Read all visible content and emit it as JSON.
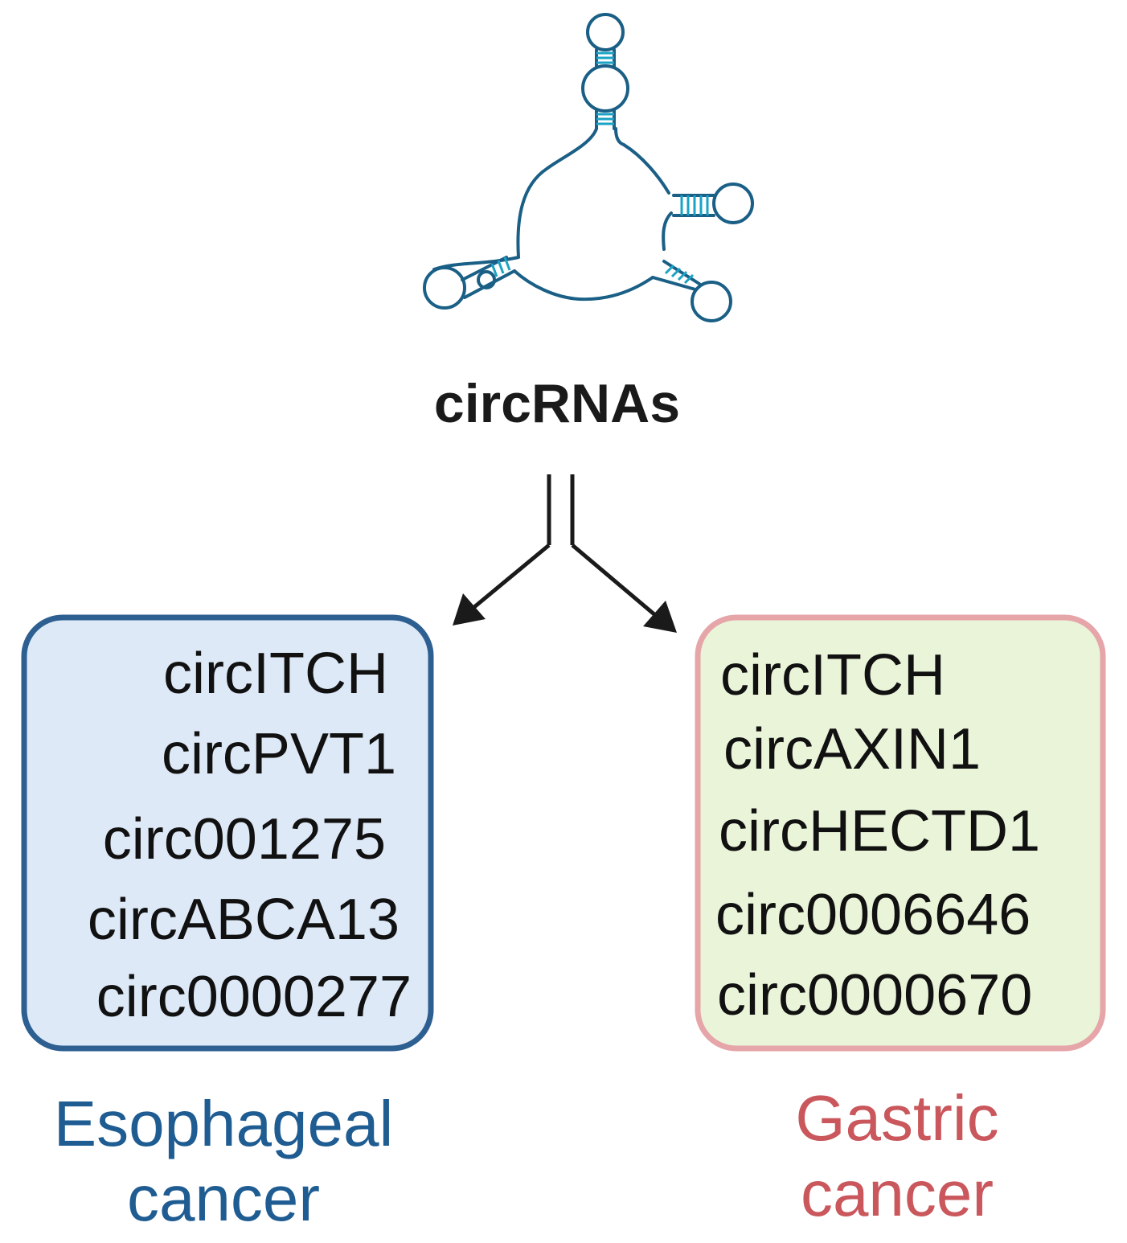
{
  "title": "circRNAs",
  "colors": {
    "rna_stroke": "#1a5f86",
    "rna_stem": "#1aa3c4",
    "arrow": "#1a1a1a",
    "esophageal_border": "#2d5f91",
    "esophageal_fill": "#dde9f7",
    "esophageal_text": "#1e5c92",
    "gastric_border": "#e6a5a8",
    "gastric_fill": "#eaf4d9",
    "gastric_text": "#c9575c"
  },
  "icons": {
    "molecule": "circular-rna-icon"
  },
  "esophageal": {
    "items": [
      "circITCH",
      "circPVT1",
      "circ001275",
      "circABCA13",
      "circ0000277"
    ],
    "caption_line1": "Esophageal",
    "caption_line2": "cancer"
  },
  "gastric": {
    "items": [
      "circITCH",
      "circAXIN1",
      "circHECTD1",
      "circ0006646",
      "circ0000670"
    ],
    "caption_line1": "Gastric",
    "caption_line2": "cancer"
  }
}
